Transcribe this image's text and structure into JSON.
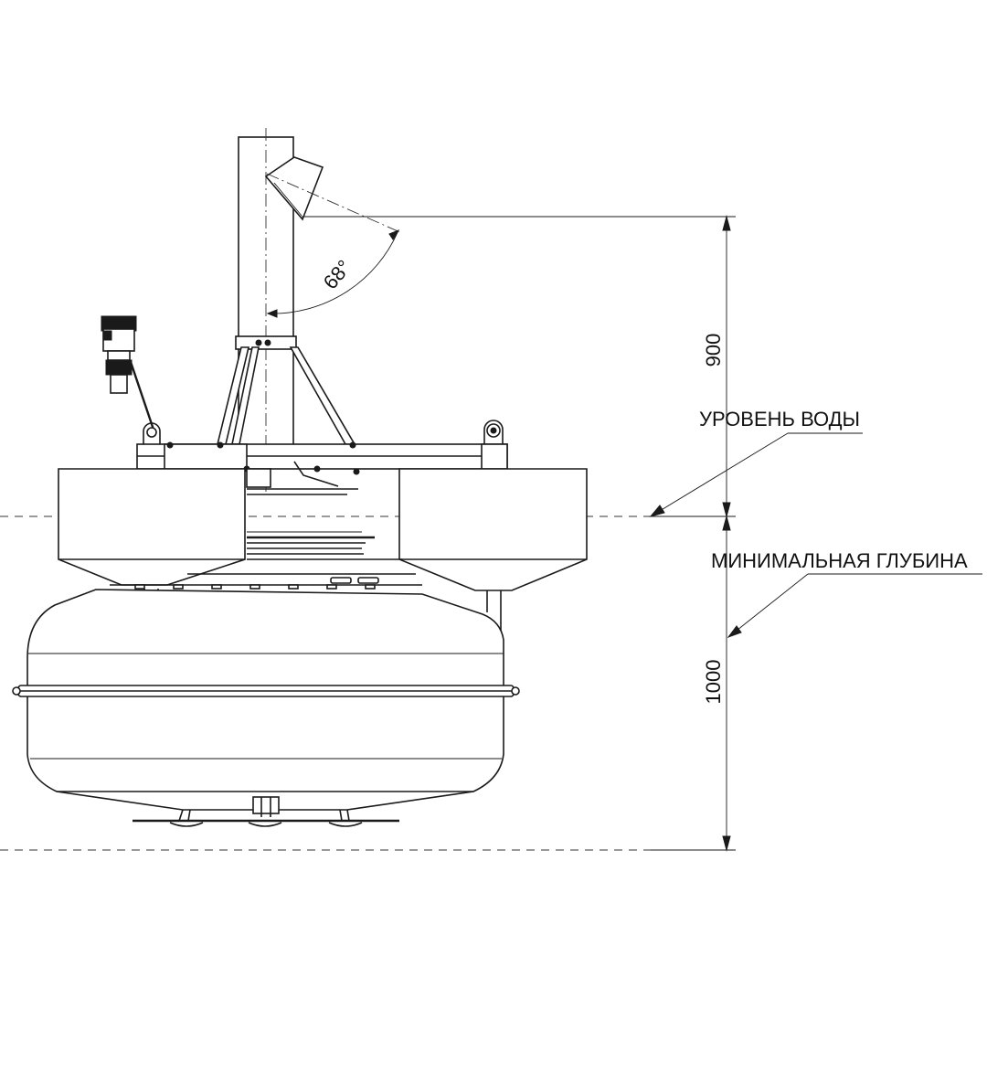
{
  "labels": {
    "water_level": "УРОВЕНЬ ВОДЫ",
    "min_depth": "МИНИМАЛЬНАЯ ГЛУБИНА"
  },
  "dimensions": {
    "upper": "900",
    "lower": "1000",
    "angle": "68°"
  }
}
